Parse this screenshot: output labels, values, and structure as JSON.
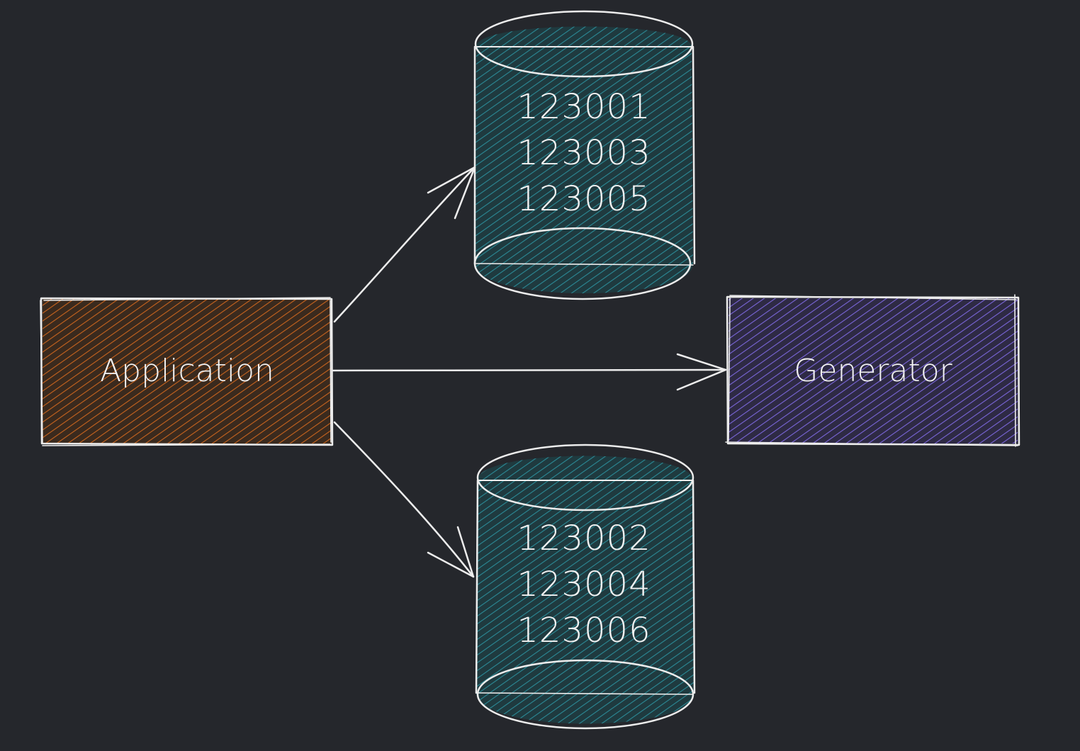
{
  "diagram": {
    "background": "#25272c",
    "nodes": {
      "application": {
        "label": "Application",
        "color": "#c8641e"
      },
      "generator": {
        "label": "Generator",
        "color": "#7a66d8"
      },
      "database_top": {
        "values": [
          "123001",
          "123003",
          "123005"
        ],
        "color": "#2b8a96"
      },
      "database_bottom": {
        "values": [
          "123002",
          "123004",
          "123006"
        ],
        "color": "#2b8a96"
      }
    },
    "edges": [
      {
        "from": "application",
        "to": "database_top"
      },
      {
        "from": "application",
        "to": "generator"
      },
      {
        "from": "application",
        "to": "database_bottom"
      }
    ]
  }
}
